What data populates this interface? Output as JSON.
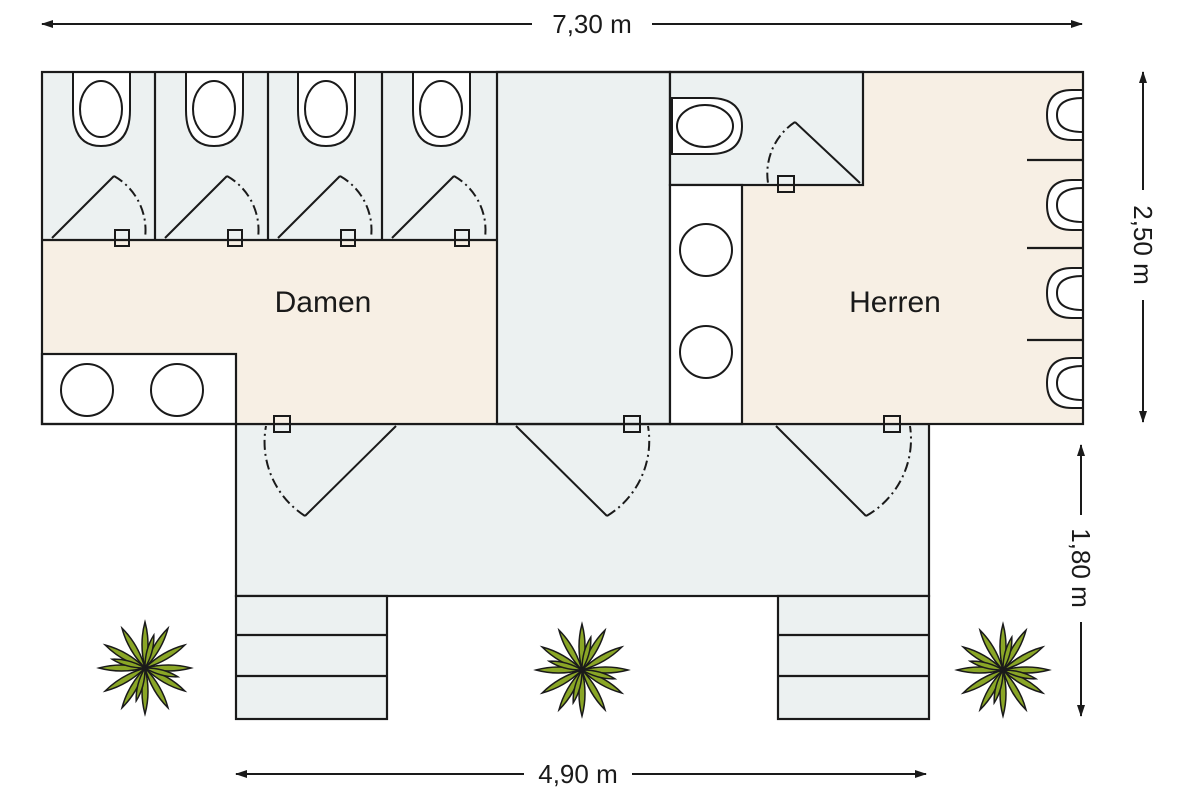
{
  "dimensions": {
    "top_width": "7,30 m",
    "right_depth": "2,50 m",
    "porch_depth": "1,80 m",
    "bottom_width": "4,90 m"
  },
  "rooms": {
    "women": "Damen",
    "men": "Herren"
  },
  "colors": {
    "cabin_fill": "#ecf1f1",
    "floor_fill": "#f7efe4",
    "line": "#1a1a1a",
    "plant_leaf": "#8aa626"
  }
}
